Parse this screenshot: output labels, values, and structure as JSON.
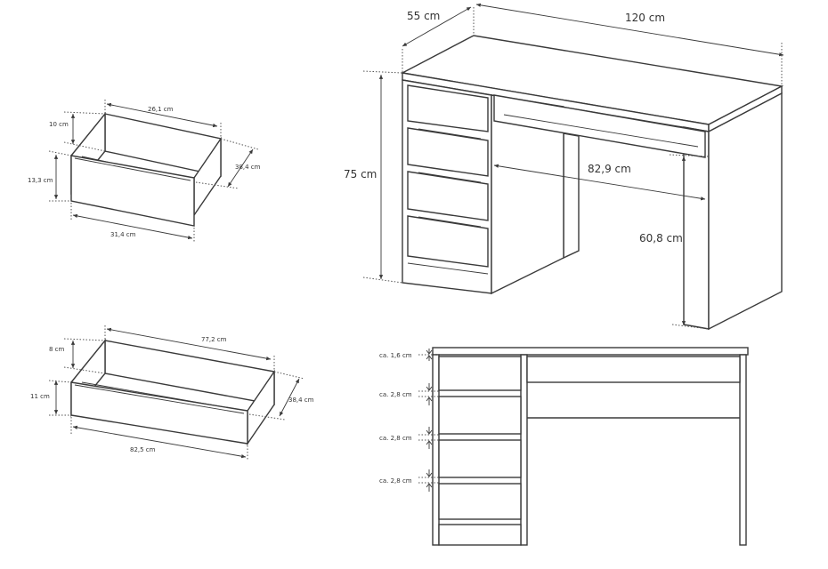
{
  "desk": {
    "depth": "55 cm",
    "width": "120 cm",
    "height": "75 cm",
    "knee_width": "82,9 cm",
    "knee_height": "60,8 cm"
  },
  "small_drawer": {
    "height_inner": "10 cm",
    "height_front": "13,3 cm",
    "width_inner": "26,1 cm",
    "width_front": "31,4 cm",
    "depth": "38,4 cm"
  },
  "large_drawer": {
    "height_inner": "8 cm",
    "height_front": "11 cm",
    "width_inner": "77,2 cm",
    "width_front": "82,5 cm",
    "depth": "38,4 cm"
  },
  "front_view": {
    "gaps": [
      "ca. 1,6 cm",
      "ca. 2,8 cm",
      "ca. 2,8 cm",
      "ca. 2,8 cm"
    ]
  }
}
